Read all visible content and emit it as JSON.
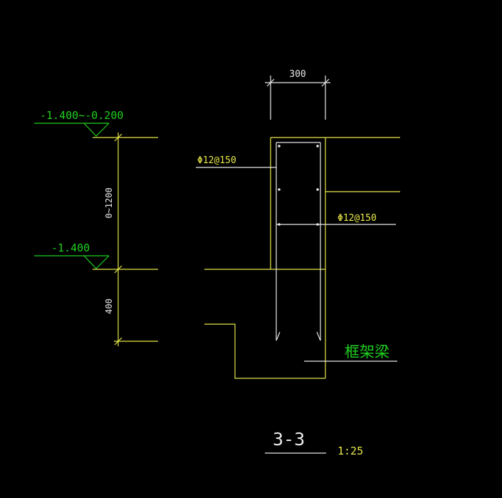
{
  "drawing": {
    "dim_width": "300",
    "elevation_top": "-1.400~-0.200",
    "elevation_bottom": "-1.400",
    "dim_vertical_top": "0~1200",
    "dim_vertical_bottom": "400",
    "rebar_left": "Φ12@150",
    "rebar_right": "Φ12@150",
    "member_label": "框架梁",
    "section_title": "3-3",
    "scale": "1:25"
  },
  "colors": {
    "background": "#000000",
    "yellow": "#e8e84a",
    "white": "#e8e8e8",
    "green": "#1fd11f"
  }
}
